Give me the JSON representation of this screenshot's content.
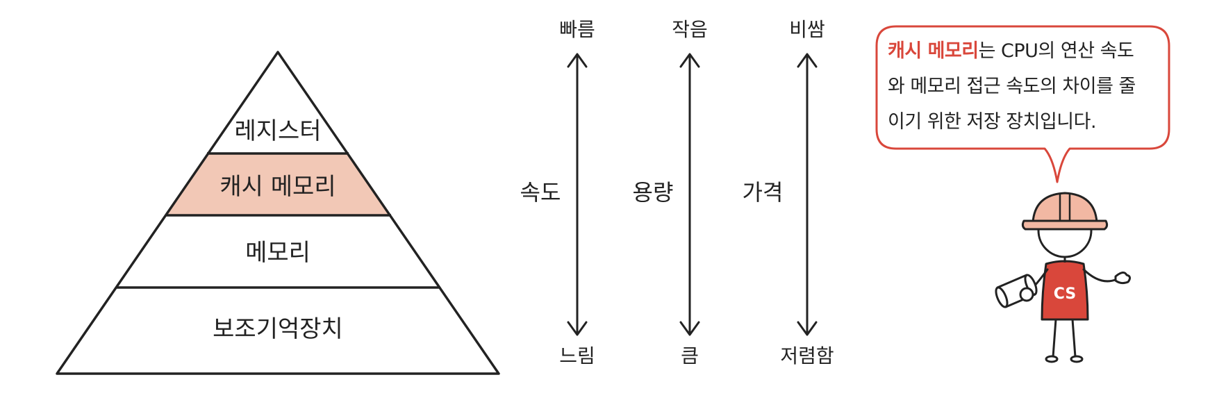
{
  "pyramid": {
    "levels": [
      {
        "label": "레지스터",
        "highlighted": false
      },
      {
        "label": "캐시 메모리",
        "highlighted": true
      },
      {
        "label": "메모리",
        "highlighted": false
      },
      {
        "label": "보조기억장치",
        "highlighted": false
      }
    ],
    "highlight_color": "#f2c8b6"
  },
  "scales": [
    {
      "name": "속도",
      "top": "빠름",
      "bottom": "느림"
    },
    {
      "name": "용량",
      "top": "작음",
      "bottom": "큼"
    },
    {
      "name": "가격",
      "top": "비쌈",
      "bottom": "저렴함"
    }
  ],
  "speech_bubble": {
    "highlight": "캐시 메모리",
    "line1_rest": "는 CPU의 연산 속도",
    "line2": "와 메모리 접근 속도의 차이를 줄",
    "line3": "이기 위한 저장 장치입니다.",
    "border_color": "#d9473b",
    "highlight_color": "#d9473b"
  },
  "character": {
    "shirt_label": "CS",
    "helmet_color": "#f2b8a3",
    "shirt_color": "#d9473b"
  }
}
